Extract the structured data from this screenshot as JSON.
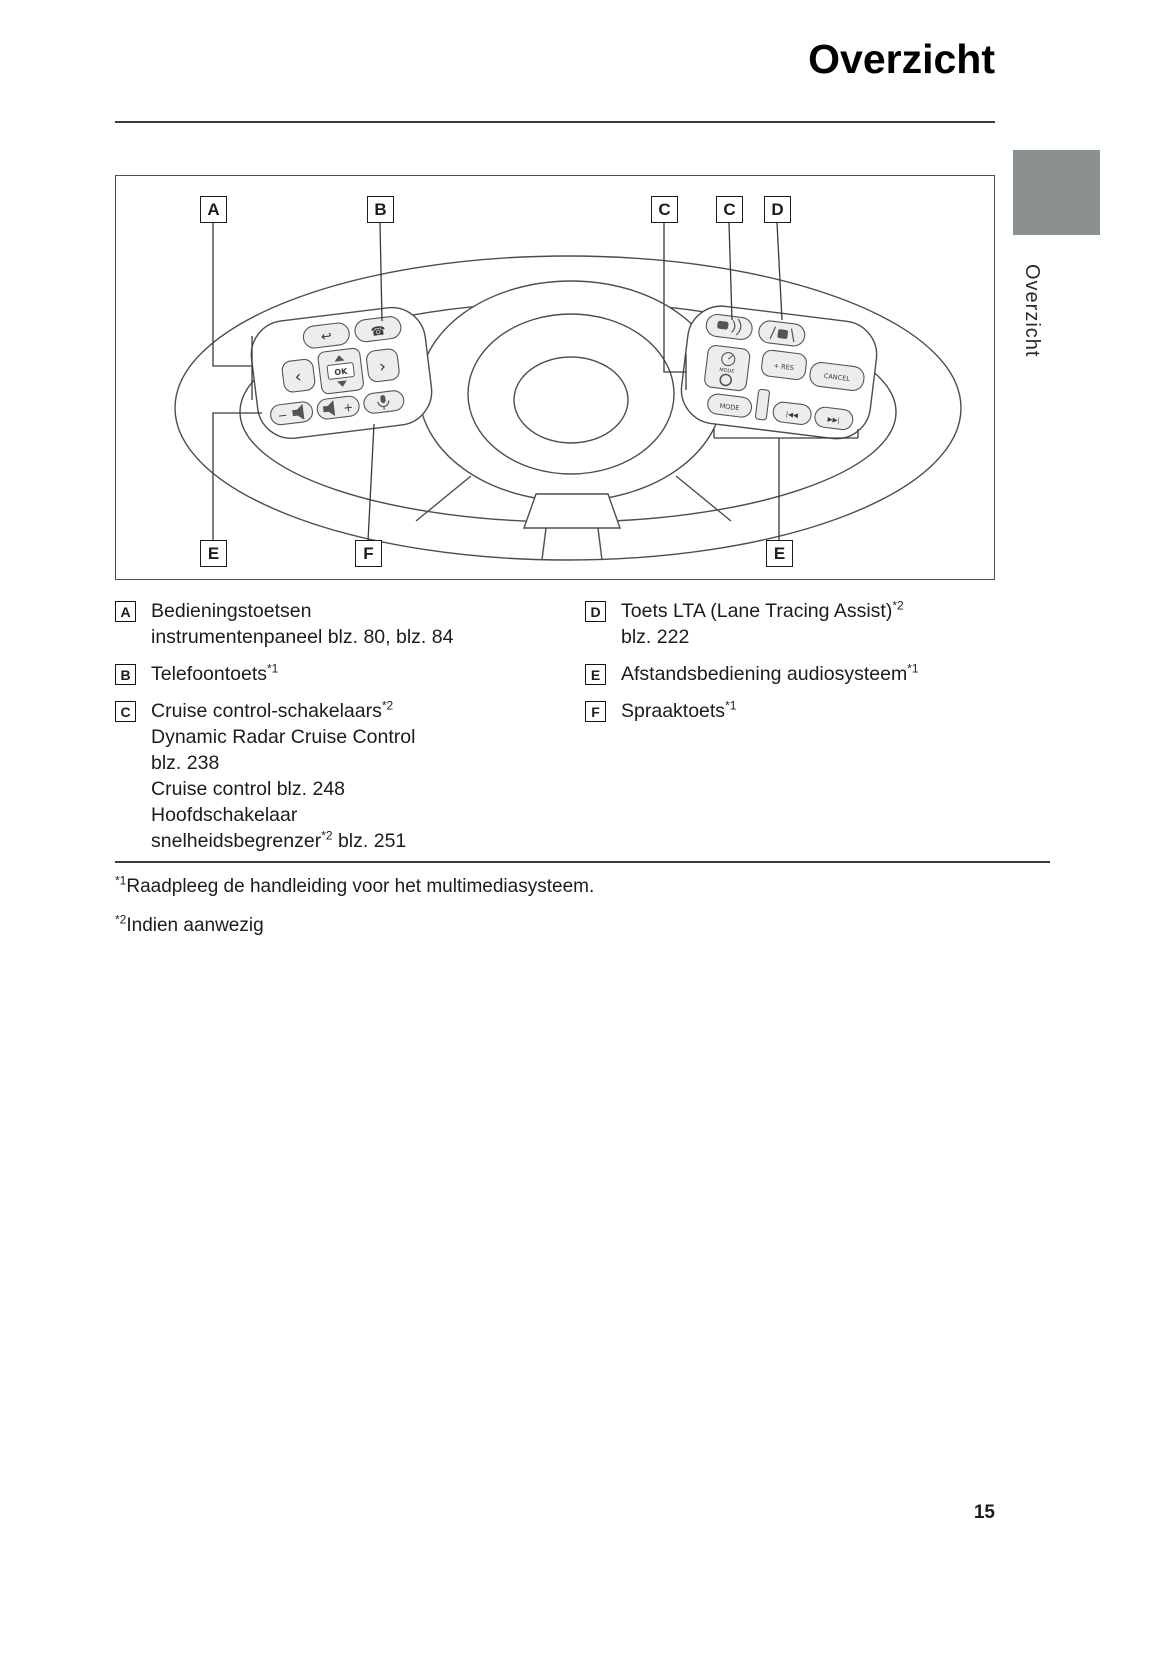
{
  "page": {
    "title": "Overzicht",
    "side_tab_label": "Overzicht",
    "page_number": "15"
  },
  "diagram": {
    "callouts": [
      "A",
      "B",
      "C",
      "C",
      "D",
      "E",
      "F",
      "E"
    ],
    "labels": {
      "ok": "OK",
      "mode_speed": "MODE",
      "res": "+ RES",
      "cancel": "CANCEL",
      "mode_audio": "MODE"
    },
    "icons": {
      "back": "↩",
      "phone": "☎",
      "arrow_left": "‹",
      "arrow_right": "›",
      "volume_minus": "−",
      "volume_plus": "+",
      "seek_back": "|◀◀",
      "seek_forward": "▶▶|"
    }
  },
  "legend": {
    "columns": [
      {
        "items": [
          {
            "key": "A",
            "lines": [
              [
                {
                  "t": "Bedieningstoetsen"
                }
              ],
              [
                {
                  "t": "instrumentenpaneel blz. 80, blz. 84"
                }
              ]
            ]
          },
          {
            "key": "B",
            "lines": [
              [
                {
                  "t": "Telefoontoets"
                },
                {
                  "s": "*1"
                }
              ]
            ]
          },
          {
            "key": "C",
            "lines": [
              [
                {
                  "t": "Cruise control-schakelaars"
                },
                {
                  "s": "*2"
                }
              ],
              [
                {
                  "t": "Dynamic Radar Cruise Control"
                }
              ],
              [
                {
                  "t": "blz. 238"
                }
              ],
              [
                {
                  "t": "Cruise control blz. 248"
                }
              ],
              [
                {
                  "t": "Hoofdschakelaar"
                }
              ],
              [
                {
                  "t": "snelheidsbegrenzer"
                },
                {
                  "s": "*2"
                },
                {
                  "t": " blz. 251"
                }
              ]
            ]
          }
        ]
      },
      {
        "items": [
          {
            "key": "D",
            "lines": [
              [
                {
                  "t": "Toets LTA (Lane Tracing Assist)"
                },
                {
                  "s": "*2"
                }
              ],
              [
                {
                  "t": "blz. 222"
                }
              ]
            ]
          },
          {
            "key": "E",
            "lines": [
              [
                {
                  "t": "Afstandsbediening audiosysteem"
                },
                {
                  "s": "*1"
                }
              ]
            ]
          },
          {
            "key": "F",
            "lines": [
              [
                {
                  "t": "Spraaktoets"
                },
                {
                  "s": "*1"
                }
              ]
            ]
          }
        ]
      }
    ]
  },
  "footnotes": [
    {
      "marker": "*1",
      "text": "Raadpleeg de handleiding voor het multimediasysteem."
    },
    {
      "marker": "*2",
      "text": "Indien aanwezig"
    }
  ],
  "colors": {
    "chapter_tab_gray": "#8b918e",
    "rule": "#3c3c3c",
    "diagram_stroke": "#4d4d4d",
    "button_fill": "#ededeb"
  }
}
